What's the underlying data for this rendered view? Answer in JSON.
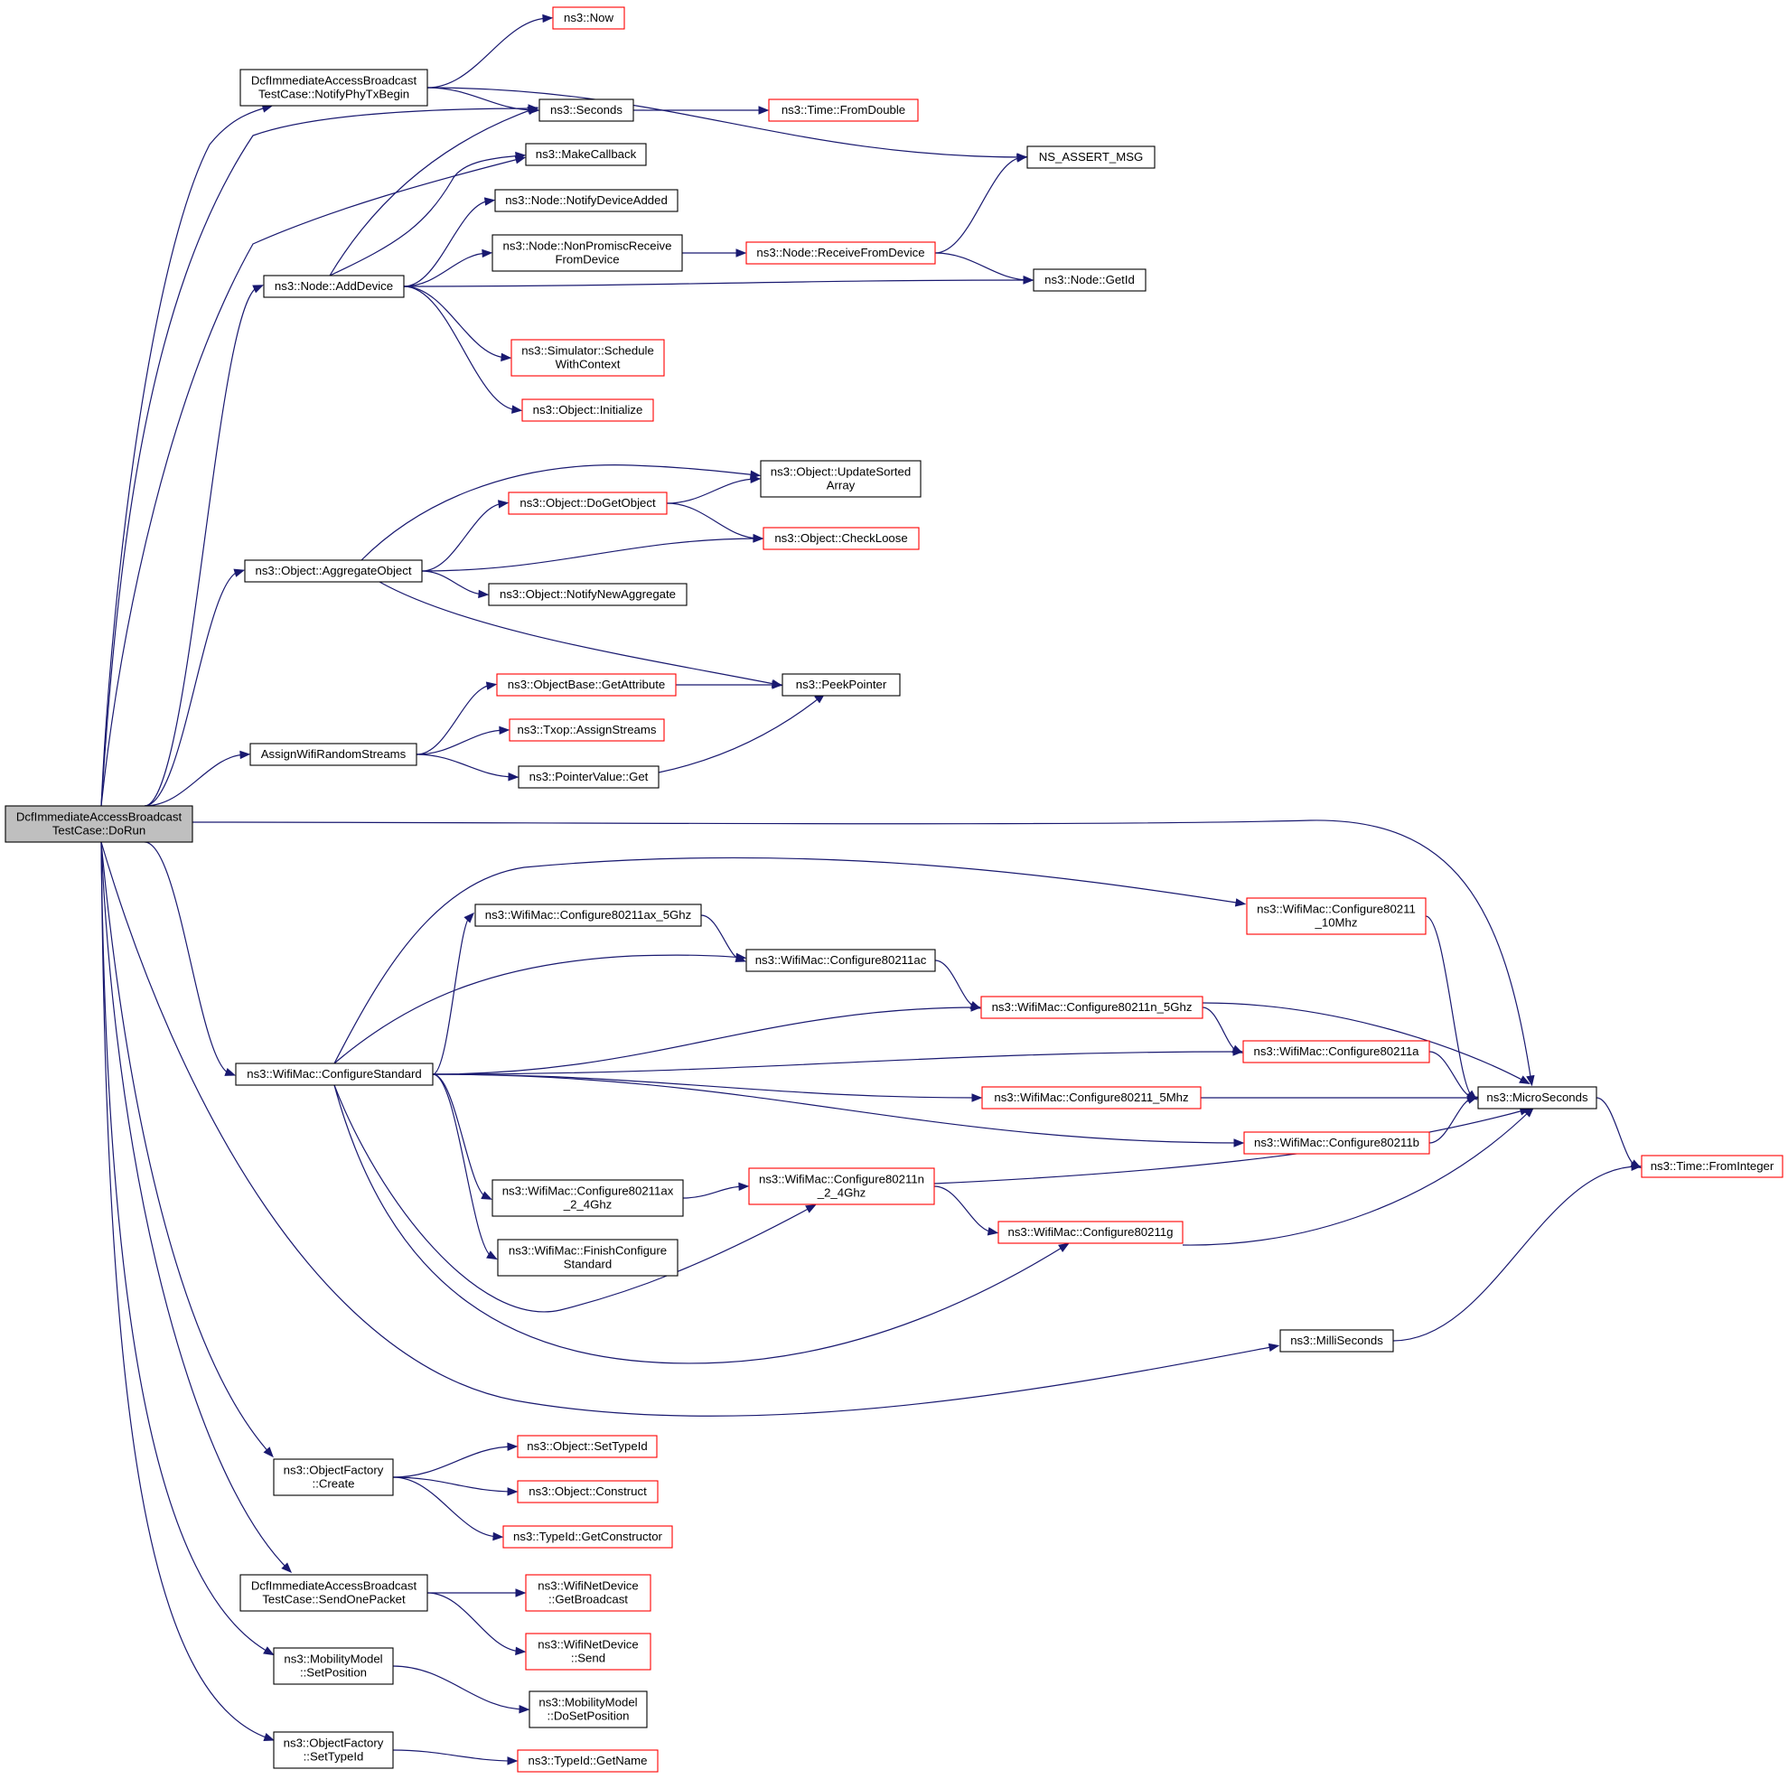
{
  "colors": {
    "edge": "#191970",
    "root_fill": "#bfbfbf",
    "node_fill": "#ffffff",
    "border_documented": "#000000",
    "border_truncated": "#ff0000"
  },
  "legend_note": "",
  "nodes": [
    {
      "id": "root",
      "lines": [
        "DcfImmediateAccessBroadcast",
        "TestCase::DoRun"
      ],
      "style": "root"
    },
    {
      "id": "notifyphy",
      "lines": [
        "DcfImmediateAccessBroadcast",
        "TestCase::NotifyPhyTxBegin"
      ],
      "style": "normal"
    },
    {
      "id": "now",
      "lines": [
        "ns3::Now"
      ],
      "style": "truncated"
    },
    {
      "id": "seconds",
      "lines": [
        "ns3::Seconds"
      ],
      "style": "normal"
    },
    {
      "id": "fromdouble",
      "lines": [
        "ns3::Time::FromDouble"
      ],
      "style": "truncated"
    },
    {
      "id": "assertmsg",
      "lines": [
        "NS_ASSERT_MSG"
      ],
      "style": "normal"
    },
    {
      "id": "makecallback",
      "lines": [
        "ns3::MakeCallback"
      ],
      "style": "normal"
    },
    {
      "id": "notifydeviceadded",
      "lines": [
        "ns3::Node::NotifyDeviceAdded"
      ],
      "style": "normal"
    },
    {
      "id": "nonpromisc",
      "lines": [
        "ns3::Node::NonPromiscReceive",
        "FromDevice"
      ],
      "style": "normal"
    },
    {
      "id": "receivefromdevice",
      "lines": [
        "ns3::Node::ReceiveFromDevice"
      ],
      "style": "truncated"
    },
    {
      "id": "getid",
      "lines": [
        "ns3::Node::GetId"
      ],
      "style": "normal"
    },
    {
      "id": "adddevice",
      "lines": [
        "ns3::Node::AddDevice"
      ],
      "style": "normal"
    },
    {
      "id": "schedulewithcontext",
      "lines": [
        "ns3::Simulator::Schedule",
        "WithContext"
      ],
      "style": "truncated"
    },
    {
      "id": "initialize",
      "lines": [
        "ns3::Object::Initialize"
      ],
      "style": "truncated"
    },
    {
      "id": "updatesorted",
      "lines": [
        "ns3::Object::UpdateSorted",
        "Array"
      ],
      "style": "normal"
    },
    {
      "id": "dogetobject",
      "lines": [
        "ns3::Object::DoGetObject"
      ],
      "style": "truncated"
    },
    {
      "id": "checkloose",
      "lines": [
        "ns3::Object::CheckLoose"
      ],
      "style": "truncated"
    },
    {
      "id": "aggregateobject",
      "lines": [
        "ns3::Object::AggregateObject"
      ],
      "style": "normal"
    },
    {
      "id": "notifynewaggregate",
      "lines": [
        "ns3::Object::NotifyNewAggregate"
      ],
      "style": "normal"
    },
    {
      "id": "getattribute",
      "lines": [
        "ns3::ObjectBase::GetAttribute"
      ],
      "style": "truncated"
    },
    {
      "id": "peekpointer",
      "lines": [
        "ns3::PeekPointer"
      ],
      "style": "normal"
    },
    {
      "id": "txopassign",
      "lines": [
        "ns3::Txop::AssignStreams"
      ],
      "style": "truncated"
    },
    {
      "id": "assignwifi",
      "lines": [
        "AssignWifiRandomStreams"
      ],
      "style": "normal"
    },
    {
      "id": "pointervalueget",
      "lines": [
        "ns3::PointerValue::Get"
      ],
      "style": "normal"
    },
    {
      "id": "cfg_ax5",
      "lines": [
        "ns3::WifiMac::Configure80211ax_5Ghz"
      ],
      "style": "normal"
    },
    {
      "id": "cfg_10mhz",
      "lines": [
        "ns3::WifiMac::Configure80211",
        "_10Mhz"
      ],
      "style": "truncated"
    },
    {
      "id": "cfg_ac",
      "lines": [
        "ns3::WifiMac::Configure80211ac"
      ],
      "style": "normal"
    },
    {
      "id": "cfg_n5",
      "lines": [
        "ns3::WifiMac::Configure80211n_5Ghz"
      ],
      "style": "truncated"
    },
    {
      "id": "cfg_a",
      "lines": [
        "ns3::WifiMac::Configure80211a"
      ],
      "style": "truncated"
    },
    {
      "id": "configurestandard",
      "lines": [
        "ns3::WifiMac::ConfigureStandard"
      ],
      "style": "normal"
    },
    {
      "id": "cfg_5mhz",
      "lines": [
        "ns3::WifiMac::Configure80211_5Mhz"
      ],
      "style": "truncated"
    },
    {
      "id": "microseconds",
      "lines": [
        "ns3::MicroSeconds"
      ],
      "style": "normal"
    },
    {
      "id": "cfg_b",
      "lines": [
        "ns3::WifiMac::Configure80211b"
      ],
      "style": "truncated"
    },
    {
      "id": "frominteger",
      "lines": [
        "ns3::Time::FromInteger"
      ],
      "style": "truncated"
    },
    {
      "id": "cfg_ax24",
      "lines": [
        "ns3::WifiMac::Configure80211ax",
        "_2_4Ghz"
      ],
      "style": "normal"
    },
    {
      "id": "cfg_n24",
      "lines": [
        "ns3::WifiMac::Configure80211n",
        "_2_4Ghz"
      ],
      "style": "truncated"
    },
    {
      "id": "cfg_g",
      "lines": [
        "ns3::WifiMac::Configure80211g"
      ],
      "style": "truncated"
    },
    {
      "id": "finishconfigure",
      "lines": [
        "ns3::WifiMac::FinishConfigure",
        "Standard"
      ],
      "style": "normal"
    },
    {
      "id": "milliseconds",
      "lines": [
        "ns3::MilliSeconds"
      ],
      "style": "normal"
    },
    {
      "id": "ofcreate",
      "lines": [
        "ns3::ObjectFactory",
        "::Create"
      ],
      "style": "normal"
    },
    {
      "id": "settypeid_obj",
      "lines": [
        "ns3::Object::SetTypeId"
      ],
      "style": "truncated"
    },
    {
      "id": "construct",
      "lines": [
        "ns3::Object::Construct"
      ],
      "style": "truncated"
    },
    {
      "id": "getconstructor",
      "lines": [
        "ns3::TypeId::GetConstructor"
      ],
      "style": "truncated"
    },
    {
      "id": "sendonepacket",
      "lines": [
        "DcfImmediateAccessBroadcast",
        "TestCase::SendOnePacket"
      ],
      "style": "normal"
    },
    {
      "id": "getbroadcast",
      "lines": [
        "ns3::WifiNetDevice",
        "::GetBroadcast"
      ],
      "style": "truncated"
    },
    {
      "id": "send",
      "lines": [
        "ns3::WifiNetDevice",
        "::Send"
      ],
      "style": "truncated"
    },
    {
      "id": "setposition",
      "lines": [
        "ns3::MobilityModel",
        "::SetPosition"
      ],
      "style": "normal"
    },
    {
      "id": "dosetposition",
      "lines": [
        "ns3::MobilityModel",
        "::DoSetPosition"
      ],
      "style": "normal"
    },
    {
      "id": "ofsettypeid",
      "lines": [
        "ns3::ObjectFactory",
        "::SetTypeId"
      ],
      "style": "normal"
    },
    {
      "id": "getname",
      "lines": [
        "ns3::TypeId::GetName"
      ],
      "style": "truncated"
    }
  ],
  "edges": [
    [
      "root",
      "notifyphy"
    ],
    [
      "root",
      "seconds"
    ],
    [
      "root",
      "makecallback"
    ],
    [
      "root",
      "adddevice"
    ],
    [
      "root",
      "aggregateobject"
    ],
    [
      "root",
      "assignwifi"
    ],
    [
      "root",
      "microseconds"
    ],
    [
      "root",
      "configurestandard"
    ],
    [
      "root",
      "milliseconds"
    ],
    [
      "root",
      "ofcreate"
    ],
    [
      "root",
      "sendonepacket"
    ],
    [
      "root",
      "setposition"
    ],
    [
      "root",
      "ofsettypeid"
    ],
    [
      "notifyphy",
      "now"
    ],
    [
      "notifyphy",
      "seconds"
    ],
    [
      "notifyphy",
      "assertmsg"
    ],
    [
      "seconds",
      "fromdouble"
    ],
    [
      "adddevice",
      "seconds"
    ],
    [
      "adddevice",
      "makecallback"
    ],
    [
      "adddevice",
      "notifydeviceadded"
    ],
    [
      "adddevice",
      "nonpromisc"
    ],
    [
      "adddevice",
      "getid"
    ],
    [
      "adddevice",
      "schedulewithcontext"
    ],
    [
      "adddevice",
      "initialize"
    ],
    [
      "nonpromisc",
      "receivefromdevice"
    ],
    [
      "receivefromdevice",
      "assertmsg"
    ],
    [
      "receivefromdevice",
      "getid"
    ],
    [
      "aggregateobject",
      "updatesorted"
    ],
    [
      "aggregateobject",
      "dogetobject"
    ],
    [
      "aggregateobject",
      "checkloose"
    ],
    [
      "aggregateobject",
      "notifynewaggregate"
    ],
    [
      "aggregateobject",
      "peekpointer"
    ],
    [
      "dogetobject",
      "updatesorted"
    ],
    [
      "dogetobject",
      "checkloose"
    ],
    [
      "assignwifi",
      "getattribute"
    ],
    [
      "assignwifi",
      "txopassign"
    ],
    [
      "assignwifi",
      "pointervalueget"
    ],
    [
      "getattribute",
      "peekpointer"
    ],
    [
      "pointervalueget",
      "peekpointer"
    ],
    [
      "configurestandard",
      "cfg_10mhz"
    ],
    [
      "configurestandard",
      "cfg_ax5"
    ],
    [
      "configurestandard",
      "cfg_ac"
    ],
    [
      "configurestandard",
      "cfg_n5"
    ],
    [
      "configurestandard",
      "cfg_a"
    ],
    [
      "configurestandard",
      "cfg_5mhz"
    ],
    [
      "configurestandard",
      "cfg_b"
    ],
    [
      "configurestandard",
      "cfg_ax24"
    ],
    [
      "configurestandard",
      "finishconfigure"
    ],
    [
      "configurestandard",
      "cfg_n24"
    ],
    [
      "configurestandard",
      "cfg_g"
    ],
    [
      "cfg_ax5",
      "cfg_ac"
    ],
    [
      "cfg_ac",
      "cfg_n5"
    ],
    [
      "cfg_n5",
      "cfg_a"
    ],
    [
      "cfg_n5",
      "microseconds"
    ],
    [
      "cfg_10mhz",
      "microseconds"
    ],
    [
      "cfg_a",
      "microseconds"
    ],
    [
      "cfg_5mhz",
      "microseconds"
    ],
    [
      "cfg_b",
      "microseconds"
    ],
    [
      "cfg_ax24",
      "cfg_n24"
    ],
    [
      "cfg_n24",
      "cfg_g"
    ],
    [
      "cfg_n24",
      "microseconds"
    ],
    [
      "cfg_g",
      "microseconds"
    ],
    [
      "microseconds",
      "frominteger"
    ],
    [
      "milliseconds",
      "frominteger"
    ],
    [
      "ofcreate",
      "settypeid_obj"
    ],
    [
      "ofcreate",
      "construct"
    ],
    [
      "ofcreate",
      "getconstructor"
    ],
    [
      "sendonepacket",
      "getbroadcast"
    ],
    [
      "sendonepacket",
      "send"
    ],
    [
      "setposition",
      "dosetposition"
    ],
    [
      "ofsettypeid",
      "getname"
    ]
  ]
}
